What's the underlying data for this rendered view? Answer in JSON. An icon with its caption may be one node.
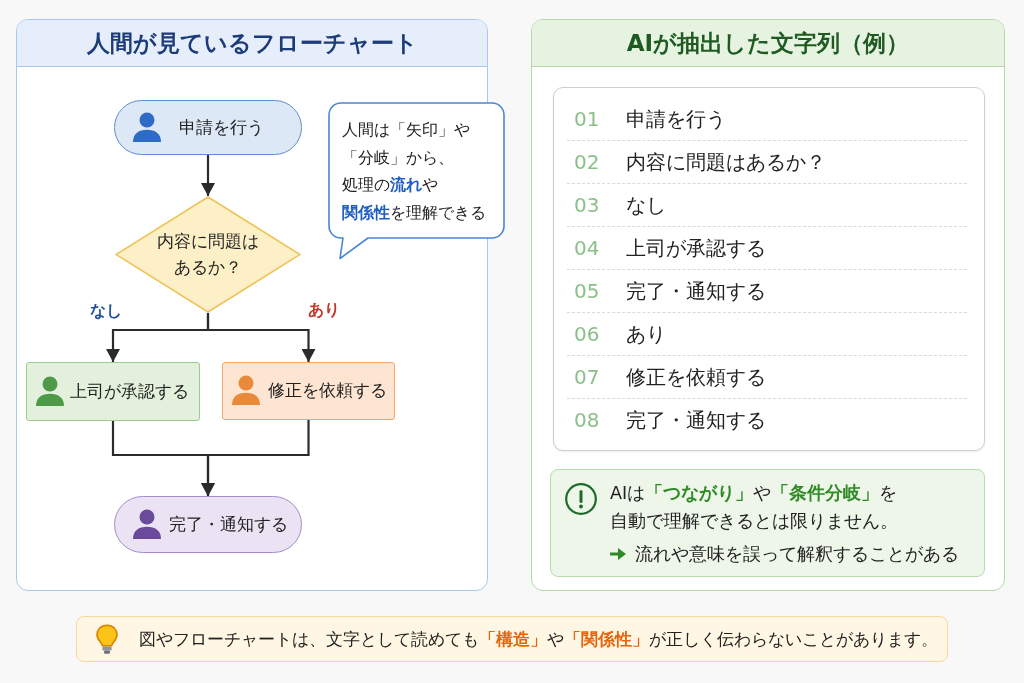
{
  "diagram": {
    "nodes": [
      {
        "text": [
          "人間が見ているフローチャート"
        ]
      },
      {
        "text": [
          "申請を行う"
        ],
        "in": 0
      },
      {
        "text": [
          "内容に問題はあるか？"
        ],
        "in": 0
      },
      {
        "text": [
          "上司が承認する"
        ],
        "in": 0
      },
      {
        "text": [
          "修正を依頼する"
        ],
        "in": 0
      },
      {
        "text": [
          "完了・通知する"
        ],
        "in": 0
      },
      {
        "text": [
          "人間は「矢印」や「分岐」から、処理の**流れ**や**関係性**を理解できる"
        ]
      },
      {
        "text": [
          "AIが抽出した文字列（例）"
        ]
      },
      {
        "text": [
          "01",
          "申請を行う",
          "02",
          "内容に問題はあるか？",
          "03",
          "なし",
          "04",
          "上司が承認する",
          "05",
          "完了・通知する",
          "06",
          "あり",
          "07",
          "修正を依頼する",
          "08",
          "完了・通知する"
        ],
        "in": 7
      },
      {
        "text": [
          "AIは**「つながり」**や**「条件分岐」**を自動で理解できるとは限りません。",
          "流れや意味を誤って解釈することがある"
        ],
        "in": 7
      },
      {
        "text": [
          "図やフローチャートは、文字として読めても**「構造」**や**「関係性」**が正しく伝わらないことがあります。"
        ]
      }
    ],
    "edges": [
      {
        "from": 1,
        "to": 2,
        "arrow": "to"
      },
      {
        "from": 2,
        "to": 3,
        "arrow": "to",
        "label": "なし"
      },
      {
        "from": 2,
        "to": 4,
        "arrow": "to",
        "label": "あり"
      },
      {
        "from": 3,
        "to": 5,
        "arrow": "to"
      },
      {
        "from": 4,
        "to": 5,
        "arrow": "to"
      }
    ]
  }
}
